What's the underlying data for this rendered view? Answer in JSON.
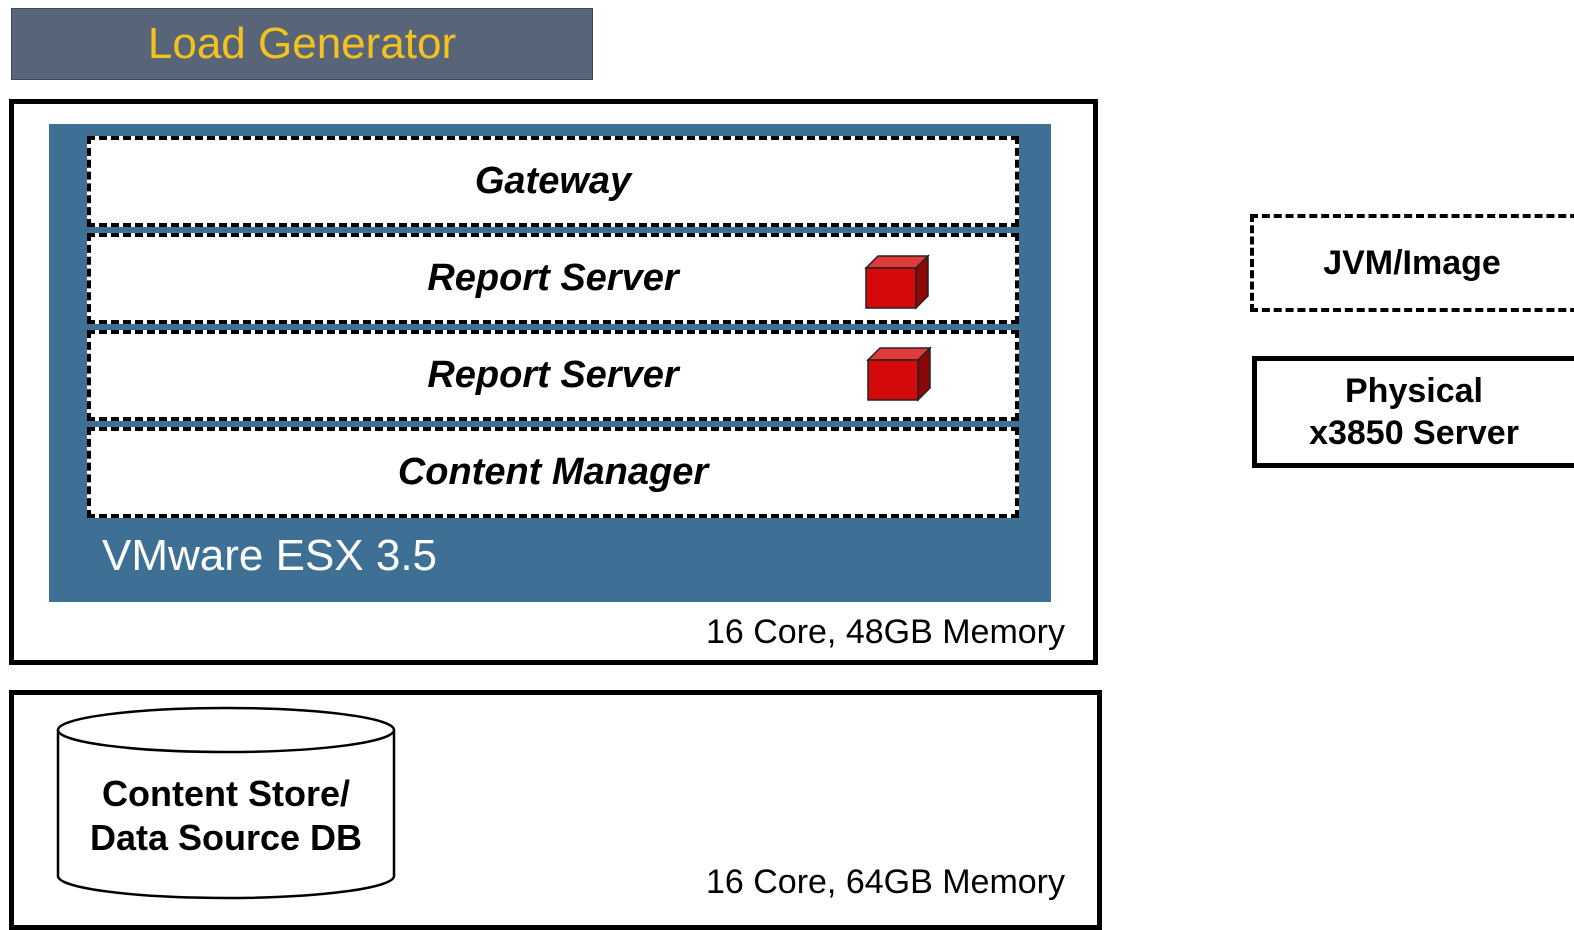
{
  "load_generator": {
    "label": "Load Generator"
  },
  "app_server": {
    "hypervisor_label": "VMware ESX 3.5",
    "memory_label": "16 Core, 48GB Memory",
    "tiers": [
      {
        "label": "Gateway",
        "has_cube": false
      },
      {
        "label": "Report Server",
        "has_cube": true
      },
      {
        "label": "Report Server",
        "has_cube": true
      },
      {
        "label": "Content Manager",
        "has_cube": false
      }
    ]
  },
  "db_server": {
    "db_line1": "Content Store/",
    "db_line2": "Data Source DB",
    "memory_label": "16 Core, 64GB Memory"
  },
  "legend": {
    "jvm_label": "JVM/Image",
    "physical_line1": "Physical",
    "physical_line2": "x3850 Server"
  },
  "colors": {
    "load_gen_bg": "#586478",
    "load_gen_text": "#f4c21f",
    "esx_bg": "#3e6f95",
    "cube": "#d40a0a"
  },
  "icons": {
    "report_server_marker": "red-cube-icon"
  }
}
